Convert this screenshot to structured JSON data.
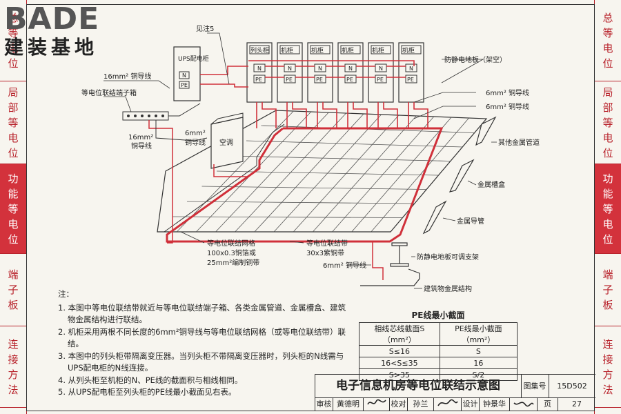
{
  "logo": {
    "brand": "BADE",
    "subtitle": "建装基地"
  },
  "left_tabs": [
    {
      "label": "总等电位",
      "active": false
    },
    {
      "label": "局部等电位",
      "active": false
    },
    {
      "label": "功能等电位",
      "active": true
    },
    {
      "label": "端子板",
      "active": false
    },
    {
      "label": "连接方法",
      "active": false
    }
  ],
  "right_tabs": [
    {
      "label": "总等电位",
      "active": false
    },
    {
      "label": "局部等电位",
      "active": false
    },
    {
      "label": "功能等电位",
      "active": true
    },
    {
      "label": "端子板",
      "active": false
    },
    {
      "label": "连接方法",
      "active": false
    }
  ],
  "diagram": {
    "ups": "UPS配电柜",
    "head_cabinet": "列头柜",
    "cabinet": "机柜",
    "n": "N",
    "pe": "PE",
    "note5": "见注5",
    "ac": "空调",
    "wire16a": "16mm² 铜导线",
    "terminal_box": "等电位联结端子箱",
    "wire16b_1": "16mm²",
    "wire16b_2": "铜导线",
    "wire6a_1": "6mm²",
    "wire6a_2": "铜导线",
    "antistatic_floor": "防静电地板（架空）",
    "wire6b": "6mm² 铜导线",
    "wire6c": "6mm² 铜导线",
    "other_pipes": "其他金属管道",
    "metal_trough": "金属槽盒",
    "metal_conduit": "金属导管",
    "grid_1": "等电位联结网格",
    "grid_2": "100x0.3铜箔或",
    "grid_3": "25mm²编制铜带",
    "strip_1": "等电位联结带",
    "strip_2": "30x3紫铜带",
    "wire6d": "6mm² 铜导线",
    "support": "防静电地板可调支架",
    "structure": "建筑物金属结构"
  },
  "notes": {
    "title": "注：",
    "items": [
      "1. 本图中等电位联结带就近与等电位联结端子箱、各类金属管道、金属槽盒、建筑物金属结构进行联结。",
      "2. 机柜采用两根不同长度的6mm²铜导线与等电位联结网格（或等电位联结带）联结。",
      "3. 本图中的列头柜带隔离变压器。当列头柜不带隔离变压器时，列头柜的N线需与UPS配电柜的N线连接。",
      "4. 从列头柜至机柜的N、PE线的截面积与相线相同。",
      "5. 从UPS配电柜至列头柜的PE线最小截面见右表。"
    ]
  },
  "pe_table": {
    "caption": "PE线最小截面",
    "headers": [
      "相线芯线截面S（mm²）",
      "PE线最小截面（mm²）"
    ],
    "rows": [
      [
        "S≤16",
        "S"
      ],
      [
        "16<S≤35",
        "16"
      ],
      [
        "S>35",
        "S/2"
      ]
    ]
  },
  "title_block": {
    "title": "电子信息机房等电位联结示意图",
    "atlas_label": "图集号",
    "atlas_no": "15D502",
    "review": "审核",
    "reviewer": "黄德明",
    "check": "校对",
    "checker": "孙兰",
    "design": "设计",
    "designer": "钟景华",
    "page_label": "页",
    "page": "27"
  },
  "colors": {
    "accent": "#d3323c",
    "wire": "#d0303a",
    "line": "#333333"
  }
}
